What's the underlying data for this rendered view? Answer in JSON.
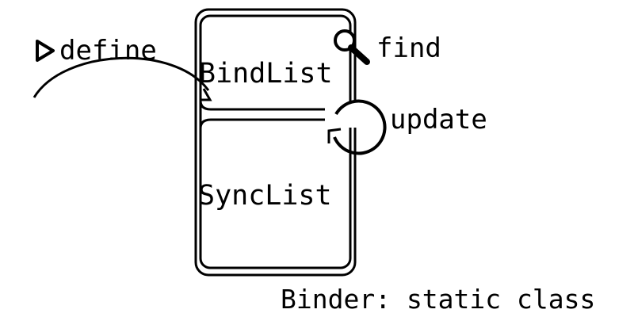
{
  "diagram": {
    "sections": {
      "top": "BindList",
      "bottom": "SyncList"
    },
    "actions": {
      "define": "define",
      "find": "find",
      "update": "update"
    },
    "caption": "Binder: static class"
  },
  "icons": [
    "play-triangle-icon",
    "magnifier-icon",
    "cycle-arrow-icon"
  ],
  "colors": {
    "ink": "#000000",
    "background": "#ffffff"
  }
}
